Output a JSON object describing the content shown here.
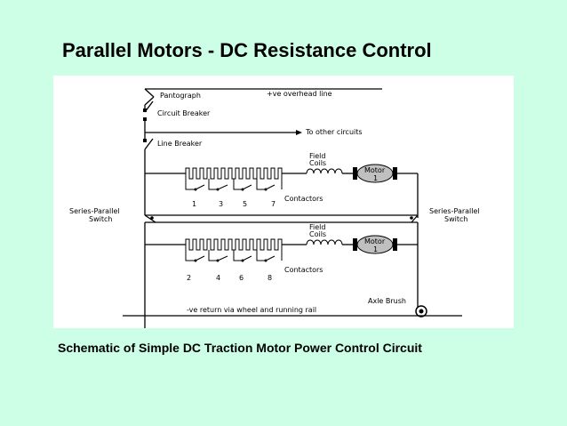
{
  "title": "Parallel Motors - DC Resistance Control",
  "caption": "Schematic of Simple DC Traction Motor Power Control Circuit",
  "diagram": {
    "pantograph": "Pantograph",
    "overhead_line": "+ve overhead line",
    "circuit_breaker": "Circuit Breaker",
    "to_other_circuits": "To other circuits",
    "line_breaker": "Line Breaker",
    "field": "Field",
    "coils": "Coils",
    "motor": "Motor",
    "motor_number": "1",
    "contactors": "Contactors",
    "series": "Series-Parallel",
    "switch": "Switch",
    "contactor_numbers_top": [
      "1",
      "3",
      "5",
      "7"
    ],
    "contactor_numbers_bottom": [
      "2",
      "4",
      "6",
      "8"
    ],
    "axle_brush": "Axle Brush",
    "return_rail": "-ve return via wheel and running rail"
  },
  "colors": {
    "background": "#ccffe6",
    "panel": "#ffffff",
    "motor_fill": "#c0c0c0"
  }
}
